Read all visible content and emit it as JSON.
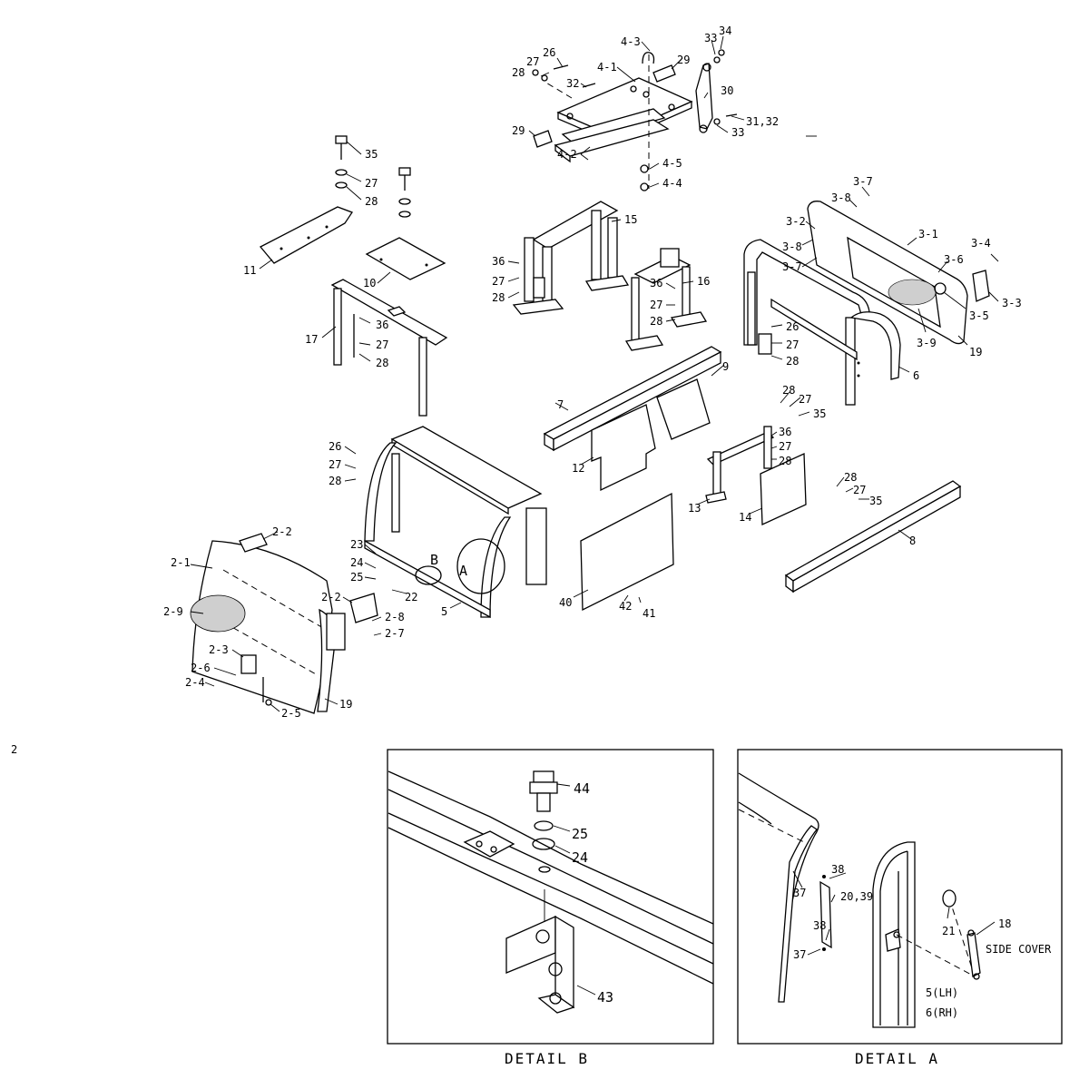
{
  "page_number": "2",
  "main_labels": {
    "l_2_1": "2-1",
    "l_2_2a": "2-2",
    "l_2_2b": "2-2",
    "l_2_3": "2-3",
    "l_2_4": "2-4",
    "l_2_5": "2-5",
    "l_2_6": "2-6",
    "l_2_7": "2-7",
    "l_2_8": "2-8",
    "l_2_9": "2-9",
    "l_3_1": "3-1",
    "l_3_2": "3-2",
    "l_3_3": "3-3",
    "l_3_4": "3-4",
    "l_3_5": "3-5",
    "l_3_6": "3-6",
    "l_3_7a": "3-7",
    "l_3_7b": "3-7",
    "l_3_8a": "3-8",
    "l_3_8b": "3-8",
    "l_3_9": "3-9",
    "l_4_1": "4-1",
    "l_4_2": "4-2",
    "l_4_3": "4-3",
    "l_4_4": "4-4",
    "l_4_5": "4-5",
    "l_5": "5",
    "l_6": "6",
    "l_7": "7",
    "l_8": "8",
    "l_9": "9",
    "l_10": "10",
    "l_11": "11",
    "l_12": "12",
    "l_13": "13",
    "l_14": "14",
    "l_15": "15",
    "l_16": "16",
    "l_17": "17",
    "l_19a": "19",
    "l_19b": "19",
    "l_22": "22",
    "l_23": "23",
    "l_24": "24",
    "l_25": "25",
    "l_26a": "26",
    "l_26b": "26",
    "l_26c": "26",
    "l_27a": "27",
    "l_27b": "27",
    "l_27c": "27",
    "l_27d": "27",
    "l_27e": "27",
    "l_27f": "27",
    "l_27g": "27",
    "l_27h": "27",
    "l_27i": "27",
    "l_27j": "27",
    "l_28a": "28",
    "l_28b": "28",
    "l_28c": "28",
    "l_28d": "28",
    "l_28e": "28",
    "l_28f": "28",
    "l_28g": "28",
    "l_28h": "28",
    "l_28i": "28",
    "l_28j": "28",
    "l_29a": "29",
    "l_29b": "29",
    "l_30": "30",
    "l_31_32": "31,32",
    "l_32": "32",
    "l_33a": "33",
    "l_33b": "33",
    "l_34": "34",
    "l_35a": "35",
    "l_35b": "35",
    "l_35c": "35",
    "l_36a": "36",
    "l_36b": "36",
    "l_36c": "36",
    "l_36d": "36",
    "l_40": "40",
    "l_41": "41",
    "l_42": "42",
    "circle_a": "A",
    "circle_b": "B"
  },
  "detail_b": {
    "caption": "DETAIL B",
    "l_43": "43",
    "l_44": "44",
    "l_25": "25",
    "l_24": "24"
  },
  "detail_a": {
    "caption": "DETAIL A",
    "l_18": "18",
    "l_20_39": "20,39",
    "l_21": "21",
    "l_37a": "37",
    "l_37b": "37",
    "l_38a": "38",
    "l_38b": "38",
    "side_cover": "SIDE COVER",
    "l_5lh": "5(LH)",
    "l_6rh": "6(RH)"
  }
}
